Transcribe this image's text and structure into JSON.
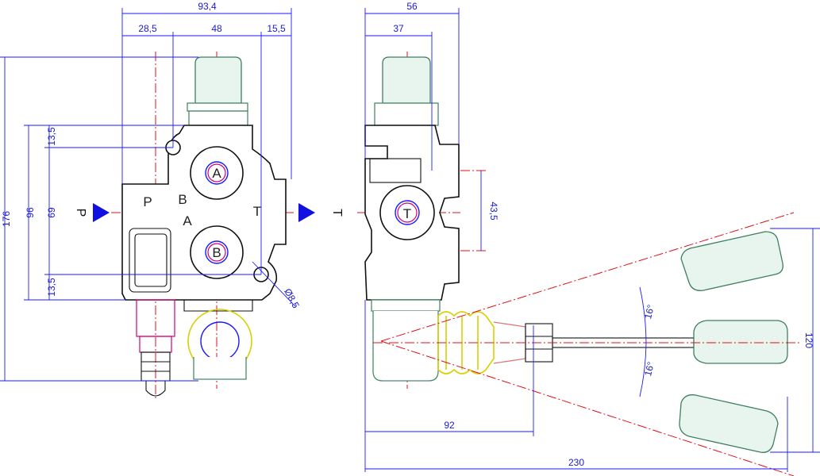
{
  "dimensions": {
    "front_width_total": "93,4",
    "front_left_offset": "28,5",
    "front_center_span": "48",
    "front_right_offset": "15,5",
    "front_height_total": "176",
    "front_port_span": "96",
    "front_inner_span": "69",
    "front_top_small": "13,5",
    "front_bottom_small": "13,5",
    "hole_diameter": "Ø8,5",
    "side_width_total": "56",
    "side_inner_width": "37",
    "side_port_spacing": "43,5",
    "lever_angle_up": "16°",
    "lever_angle_down": "16°",
    "lever_height": "120",
    "lever_pivot_distance": "92",
    "overall_length": "230"
  },
  "labels": {
    "port_a_circle": "A",
    "port_b_circle": "B",
    "port_p_body": "P",
    "port_b_body": "B",
    "port_a_body": "A",
    "port_t_body": "T",
    "inlet_p": "P",
    "outlet_t": "T",
    "side_t_circle": "T"
  },
  "colors": {
    "dimension": "#1a1aff",
    "centerline": "#e0101a",
    "outline": "#111111",
    "handle": "#3f7f60",
    "boot": "#d8d000",
    "fitting": "#d0007a",
    "flow_arrow": "#1010e0"
  }
}
